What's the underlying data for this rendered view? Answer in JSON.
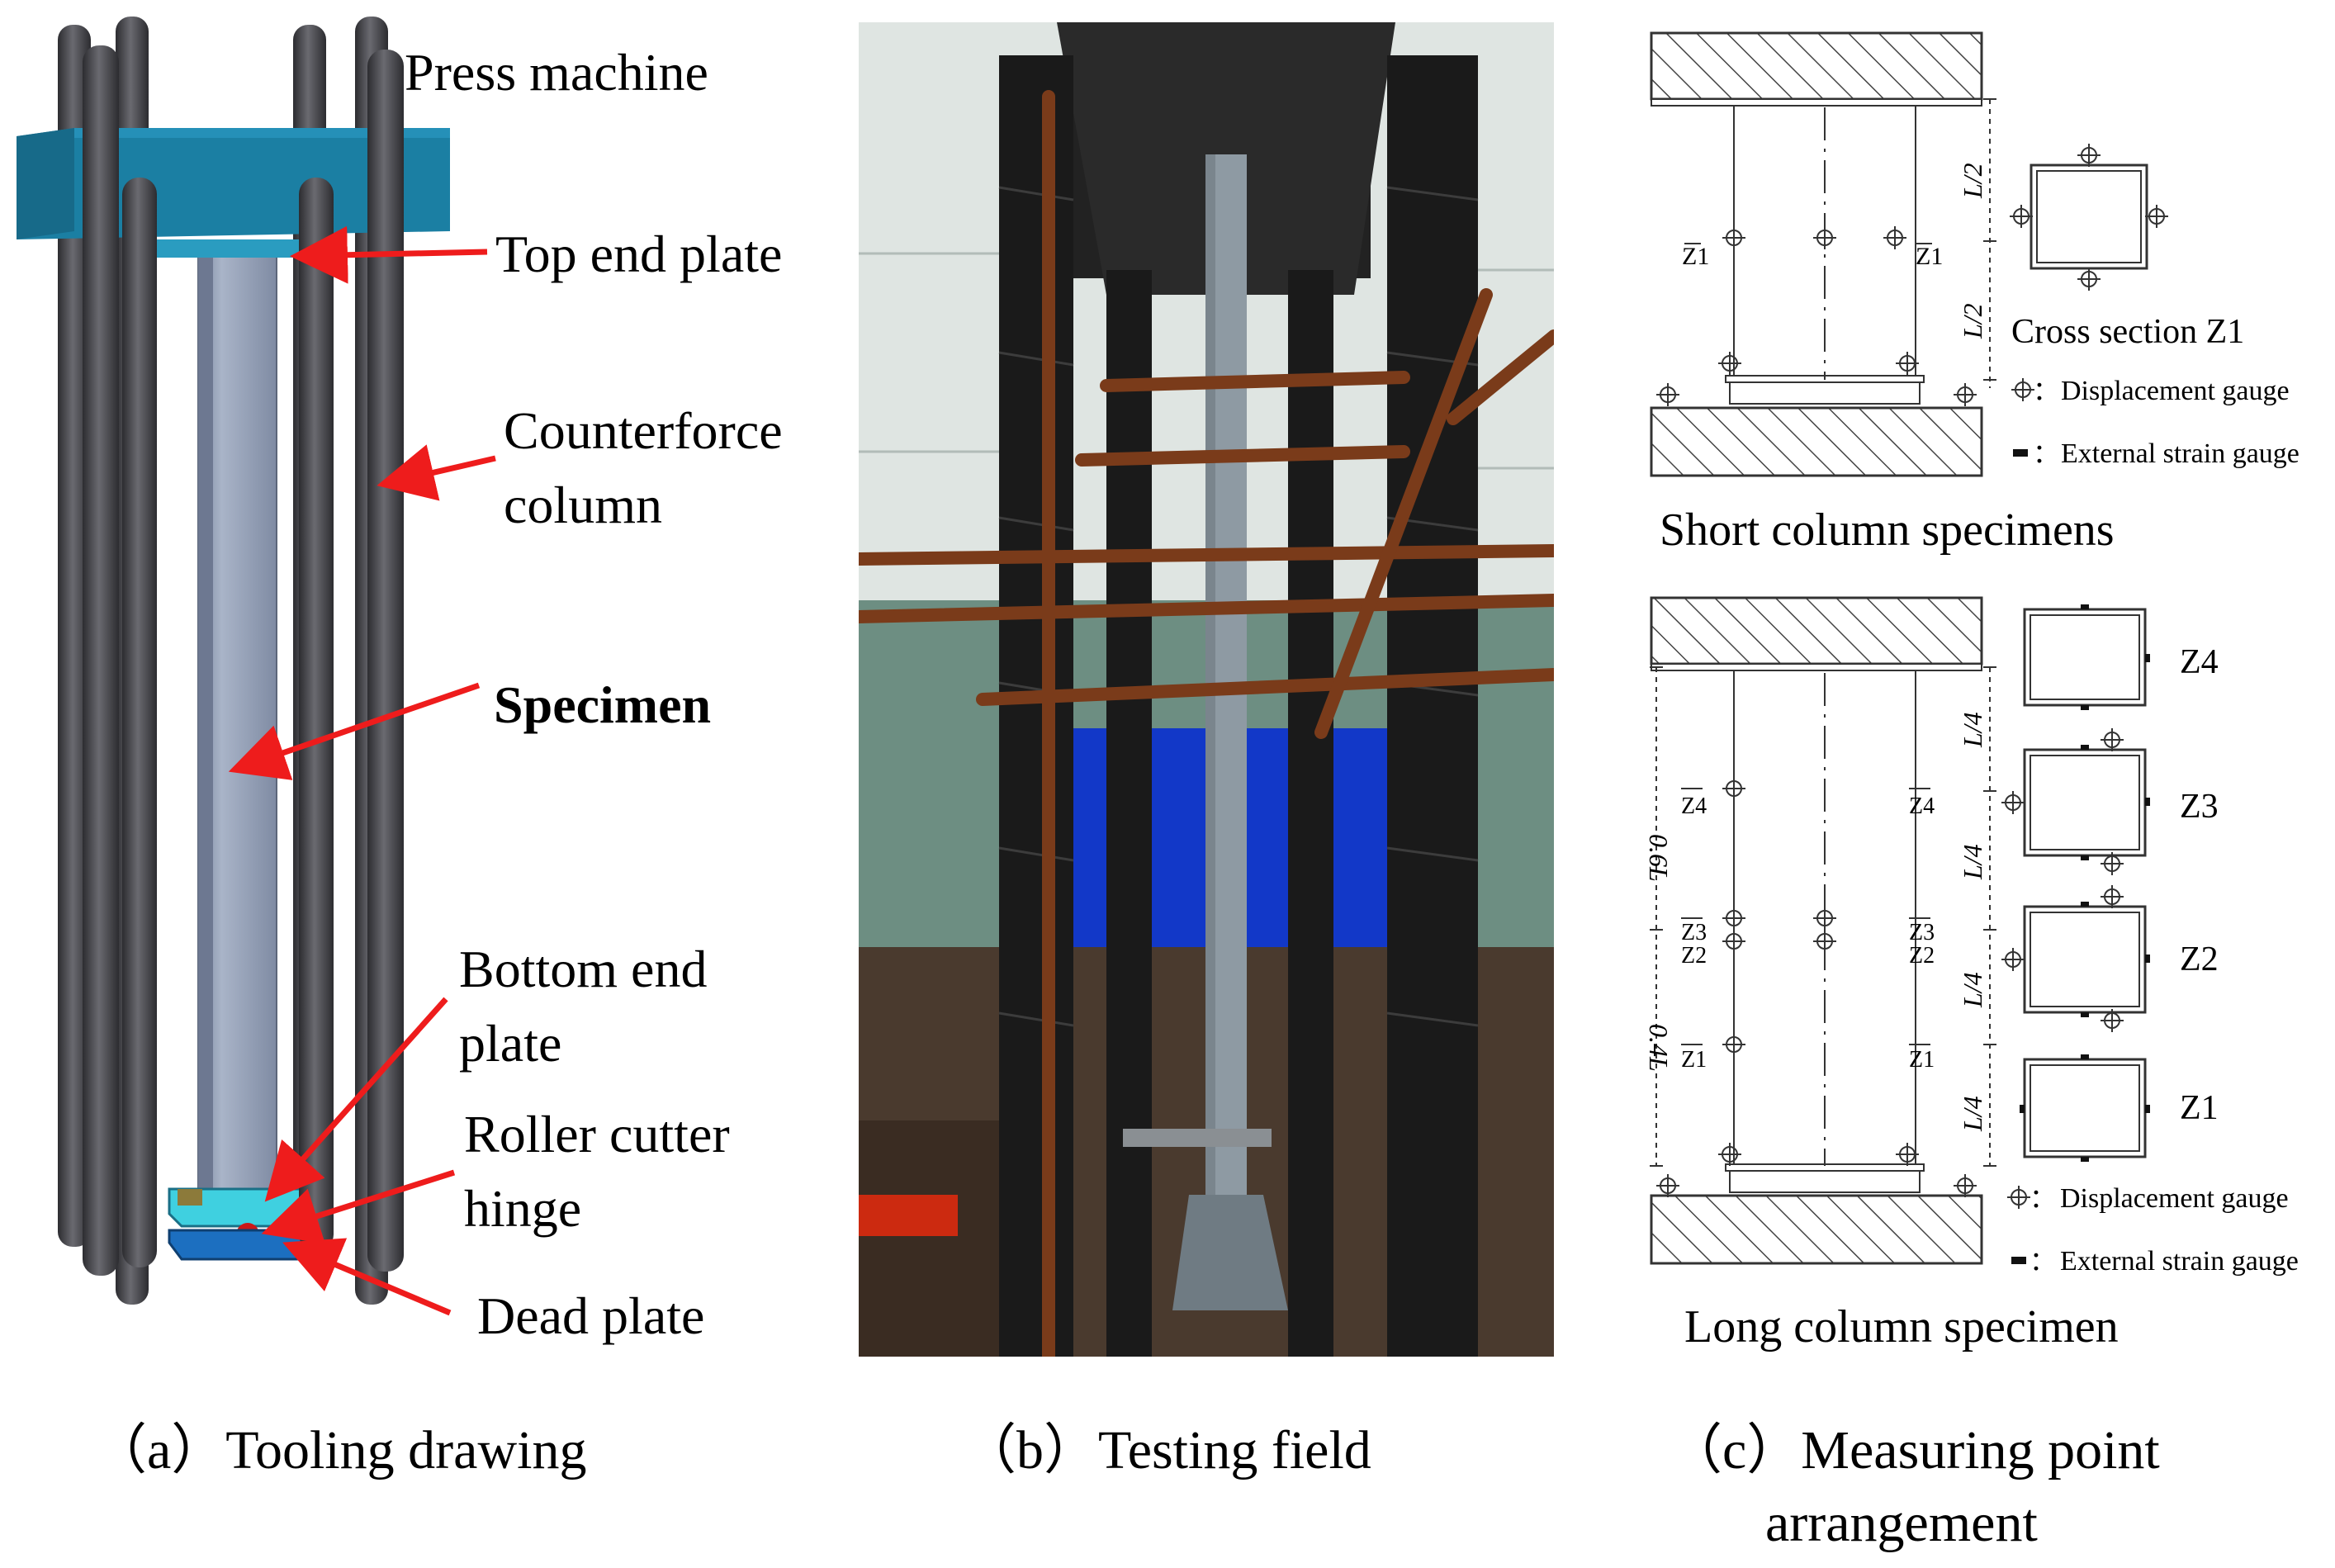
{
  "panel_a": {
    "labels": {
      "press_machine": "Press machine",
      "top_end_plate": "Top end plate",
      "counterforce_1": "Counterforce",
      "counterforce_2": "column",
      "specimen": "Specimen",
      "bottom_end_1": "Bottom end",
      "bottom_end_2": "plate",
      "roller_1": "Roller cutter",
      "roller_2": "hinge",
      "dead_plate": "Dead plate"
    },
    "caption": "（a）Tooling drawing",
    "colors": {
      "press": "#1b7fa3",
      "column": "#4f4f55",
      "specimen": "#8f9bb3",
      "plate": "#3fd0e0",
      "arrow": "#ee1c1c"
    }
  },
  "panel_b": {
    "caption": "（b）Testing field",
    "colors": {
      "tarp": "#1238c8",
      "scaffold": "#7a3b1a",
      "wall": "#c9d2cf",
      "floor": "#4a3a2e",
      "columns": "#1c1c1c"
    }
  },
  "panel_c": {
    "short": {
      "section_labels": [
        "Z1",
        "Z1"
      ],
      "dims": [
        "L/2",
        "L/2"
      ],
      "cross_section_title": "Cross section Z1",
      "legend_displacement": "Displacement gauge",
      "legend_strain": "External strain gauge",
      "legend_sep": "：",
      "title": "Short column specimens"
    },
    "long": {
      "section_left": [
        "Z4",
        "Z3",
        "Z2",
        "Z1"
      ],
      "section_right": [
        "Z4",
        "Z3",
        "Z2",
        "Z1"
      ],
      "dims_left": [
        "0.6L",
        "0.4L"
      ],
      "dims_right": [
        "L/4",
        "L/4",
        "L/4",
        "L/4"
      ],
      "section_names": [
        "Z4",
        "Z3",
        "Z2",
        "Z1"
      ],
      "legend_displacement": "Displacement gauge",
      "legend_strain": "External strain gauge",
      "legend_sep": "：",
      "title": "Long column specimen"
    },
    "caption_1": "（c）Measuring point",
    "caption_2": "arrangement"
  }
}
